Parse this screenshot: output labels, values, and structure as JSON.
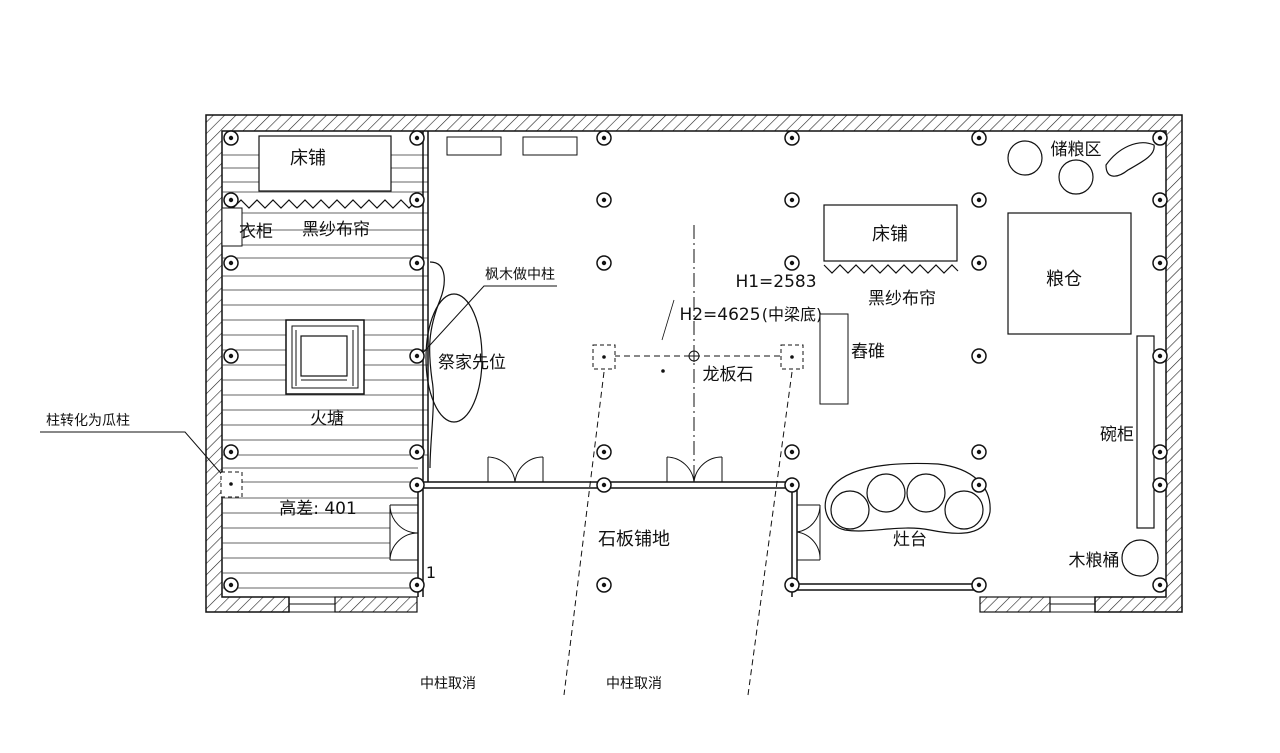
{
  "labels": {
    "bed_left": "床铺",
    "curtain_left": "黑纱布帘",
    "wardrobe": "衣柜",
    "maple_pillar": "枫木做中柱",
    "ancestor": "祭家先位",
    "fire_pit": "火塘",
    "pillar_note": "柱转化为瓜柱",
    "height_diff": "高差: 401",
    "stone_floor": "石板铺地",
    "number_one": "1",
    "cancel_left": "中柱取消",
    "cancel_right": "中柱取消",
    "dragon_stone": "龙板石",
    "h1": "H1=2583",
    "h2": "H2=4625",
    "h2_note": "(中梁底)",
    "bed_right": "床铺",
    "curtain_right": "黑纱布帘",
    "mortar": "舂碓",
    "grain_area": "储粮区",
    "granary": "粮仓",
    "cupboard": "碗柜",
    "stove": "灶台",
    "grain_bucket": "木粮桶"
  }
}
